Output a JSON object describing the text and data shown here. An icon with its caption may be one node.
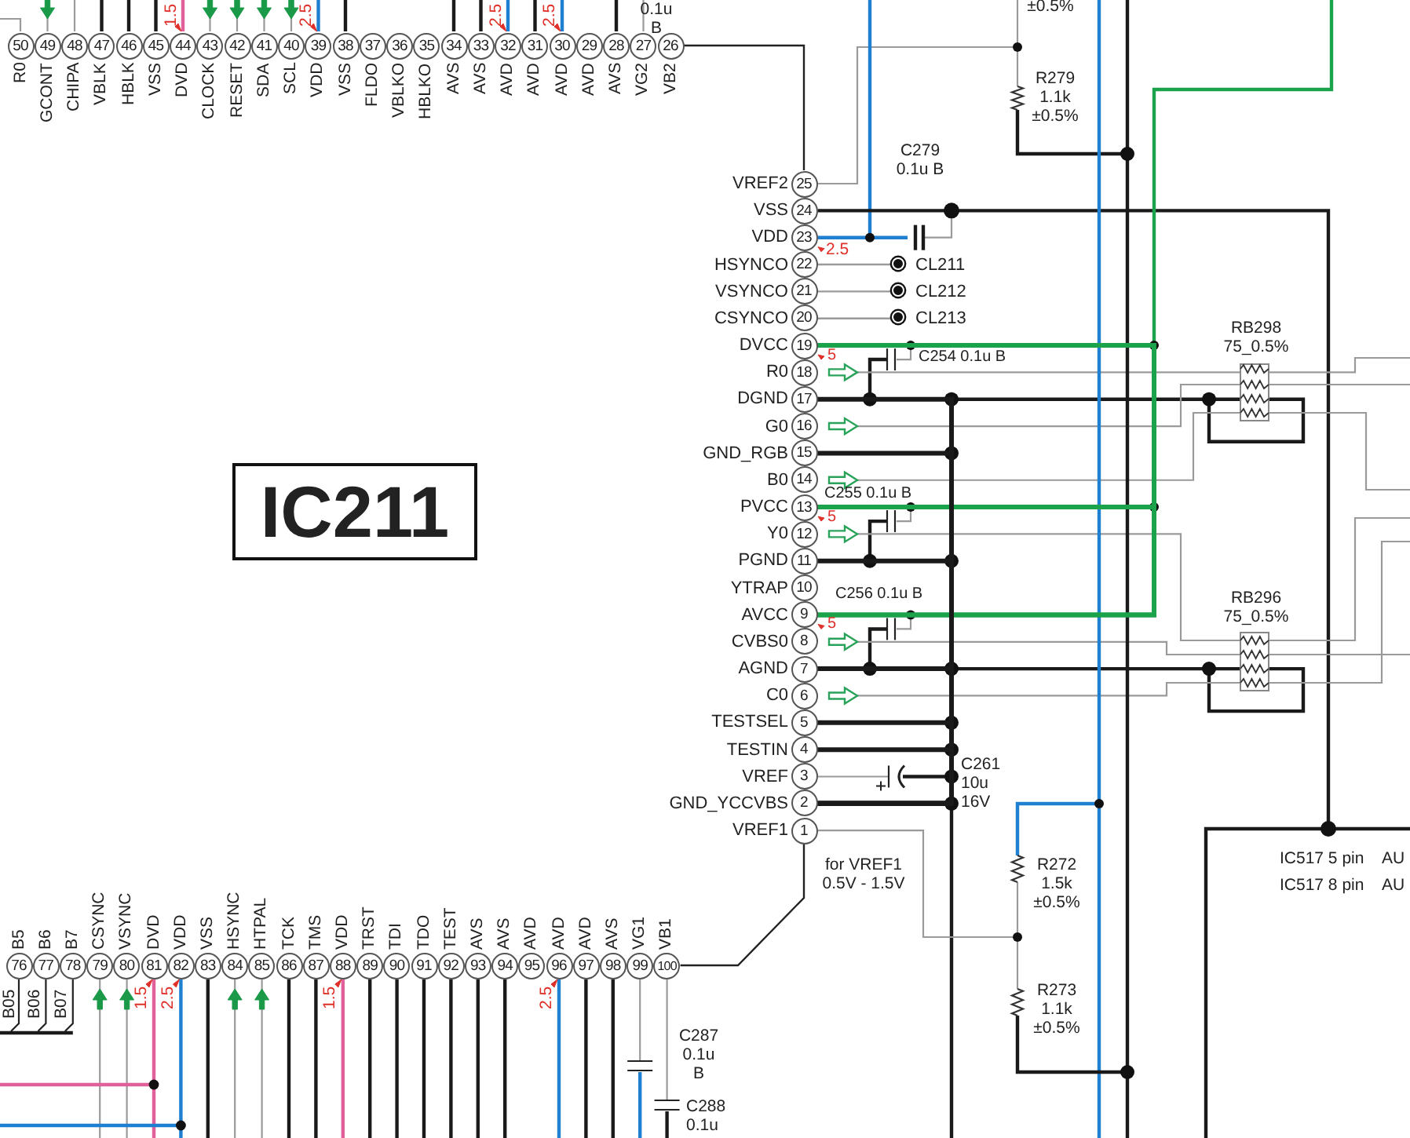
{
  "diagram": {
    "nodes": [
      {
        "text": [
          "IC211"
        ]
      },
      {
        "text": [
          "50"
        ],
        "beside": [
          "R0"
        ]
      },
      {
        "text": [
          "49"
        ],
        "beside": [
          "GCONT"
        ]
      },
      {
        "text": [
          "48"
        ],
        "beside": [
          "CHIPA"
        ]
      },
      {
        "text": [
          "47"
        ],
        "beside": [
          "VBLK"
        ]
      },
      {
        "text": [
          "46"
        ],
        "beside": [
          "HBLK"
        ]
      },
      {
        "text": [
          "45"
        ],
        "beside": [
          "VSS"
        ]
      },
      {
        "text": [
          "44"
        ],
        "beside": [
          "DVD"
        ]
      },
      {
        "text": [
          "43"
        ],
        "beside": [
          "CLOCK"
        ]
      },
      {
        "text": [
          "42"
        ],
        "beside": [
          "RESET"
        ]
      },
      {
        "text": [
          "41"
        ],
        "beside": [
          "SDA"
        ]
      },
      {
        "text": [
          "40"
        ],
        "beside": [
          "SCL"
        ]
      },
      {
        "text": [
          "39"
        ],
        "beside": [
          "VDD"
        ]
      },
      {
        "text": [
          "38"
        ],
        "beside": [
          "VSS"
        ]
      },
      {
        "text": [
          "37"
        ],
        "beside": [
          "FLDO"
        ]
      },
      {
        "text": [
          "36"
        ],
        "beside": [
          "VBLKO"
        ]
      },
      {
        "text": [
          "35"
        ],
        "beside": [
          "HBLKO"
        ]
      },
      {
        "text": [
          "34"
        ],
        "beside": [
          "AVS"
        ]
      },
      {
        "text": [
          "33"
        ],
        "beside": [
          "AVS"
        ]
      },
      {
        "text": [
          "32"
        ],
        "beside": [
          "AVD"
        ]
      },
      {
        "text": [
          "31"
        ],
        "beside": [
          "AVD"
        ]
      },
      {
        "text": [
          "30"
        ],
        "beside": [
          "AVD"
        ]
      },
      {
        "text": [
          "29"
        ],
        "beside": [
          "AVD"
        ]
      },
      {
        "text": [
          "28"
        ],
        "beside": [
          "AVS"
        ]
      },
      {
        "text": [
          "27"
        ],
        "beside": [
          "VG2"
        ]
      },
      {
        "text": [
          "26"
        ],
        "beside": [
          "VB2"
        ]
      },
      {
        "text": [
          "25"
        ],
        "beside": [
          "VREF2"
        ]
      },
      {
        "text": [
          "24"
        ],
        "beside": [
          "VSS"
        ]
      },
      {
        "text": [
          "23"
        ],
        "beside": [
          "VDD"
        ]
      },
      {
        "text": [
          "22"
        ],
        "beside": [
          "HSYNCO"
        ]
      },
      {
        "text": [
          "21"
        ],
        "beside": [
          "VSYNCO"
        ]
      },
      {
        "text": [
          "20"
        ],
        "beside": [
          "CSYNCO"
        ]
      },
      {
        "text": [
          "19"
        ],
        "beside": [
          "DVCC"
        ]
      },
      {
        "text": [
          "18"
        ],
        "beside": [
          "R0"
        ]
      },
      {
        "text": [
          "17"
        ],
        "beside": [
          "DGND"
        ]
      },
      {
        "text": [
          "16"
        ],
        "beside": [
          "G0"
        ]
      },
      {
        "text": [
          "15"
        ],
        "beside": [
          "GND_RGB"
        ]
      },
      {
        "text": [
          "14"
        ],
        "beside": [
          "B0"
        ]
      },
      {
        "text": [
          "13"
        ],
        "beside": [
          "PVCC"
        ]
      },
      {
        "text": [
          "12"
        ],
        "beside": [
          "Y0"
        ]
      },
      {
        "text": [
          "11"
        ],
        "beside": [
          "PGND"
        ]
      },
      {
        "text": [
          "10"
        ],
        "beside": [
          "YTRAP"
        ]
      },
      {
        "text": [
          "9"
        ],
        "beside": [
          "AVCC"
        ]
      },
      {
        "text": [
          "8"
        ],
        "beside": [
          "CVBS0"
        ]
      },
      {
        "text": [
          "7"
        ],
        "beside": [
          "AGND"
        ]
      },
      {
        "text": [
          "6"
        ],
        "beside": [
          "C0"
        ]
      },
      {
        "text": [
          "5"
        ],
        "beside": [
          "TESTSEL"
        ]
      },
      {
        "text": [
          "4"
        ],
        "beside": [
          "TESTIN"
        ]
      },
      {
        "text": [
          "3"
        ],
        "beside": [
          "VREF"
        ]
      },
      {
        "text": [
          "2"
        ],
        "beside": [
          "GND_YCCVBS"
        ]
      },
      {
        "text": [
          "1"
        ],
        "beside": [
          "VREF1"
        ]
      },
      {
        "text": [
          "76"
        ],
        "beside": [
          "B5"
        ]
      },
      {
        "text": [
          "77"
        ],
        "beside": [
          "B6"
        ]
      },
      {
        "text": [
          "78"
        ],
        "beside": [
          "B7"
        ]
      },
      {
        "text": [
          "79"
        ],
        "beside": [
          "CSYNC"
        ]
      },
      {
        "text": [
          "80"
        ],
        "beside": [
          "VSYNC"
        ]
      },
      {
        "text": [
          "81"
        ],
        "beside": [
          "DVD"
        ]
      },
      {
        "text": [
          "82"
        ],
        "beside": [
          "VDD"
        ]
      },
      {
        "text": [
          "83"
        ],
        "beside": [
          "VSS"
        ]
      },
      {
        "text": [
          "84"
        ],
        "beside": [
          "HSYNC"
        ]
      },
      {
        "text": [
          "85"
        ],
        "beside": [
          "HTPAL"
        ]
      },
      {
        "text": [
          "86"
        ],
        "beside": [
          "TCK"
        ]
      },
      {
        "text": [
          "87"
        ],
        "beside": [
          "TMS"
        ]
      },
      {
        "text": [
          "88"
        ],
        "beside": [
          "VDD"
        ]
      },
      {
        "text": [
          "89"
        ],
        "beside": [
          "TRST"
        ]
      },
      {
        "text": [
          "90"
        ],
        "beside": [
          "TDI"
        ]
      },
      {
        "text": [
          "91"
        ],
        "beside": [
          "TDO"
        ]
      },
      {
        "text": [
          "92"
        ],
        "beside": [
          "TEST"
        ]
      },
      {
        "text": [
          "93"
        ],
        "beside": [
          "AVS"
        ]
      },
      {
        "text": [
          "94"
        ],
        "beside": [
          "AVS"
        ]
      },
      {
        "text": [
          "95"
        ],
        "beside": [
          "AVD"
        ]
      },
      {
        "text": [
          "96"
        ],
        "beside": [
          "AVD"
        ]
      },
      {
        "text": [
          "97"
        ],
        "beside": [
          "AVD"
        ]
      },
      {
        "text": [
          "98"
        ],
        "beside": [
          "AVS"
        ]
      },
      {
        "text": [
          "99"
        ],
        "beside": [
          "VG1"
        ]
      },
      {
        "text": [
          "100"
        ],
        "beside": [
          "VB1"
        ]
      },
      {
        "text": [],
        "shape": "circle",
        "beside": [
          "CL211"
        ]
      },
      {
        "text": [],
        "shape": "circle",
        "beside": [
          "CL212"
        ]
      },
      {
        "text": [],
        "shape": "circle",
        "beside": [
          "CL213"
        ]
      }
    ],
    "edges": [
      {
        "from": 25,
        "to": 26,
        "arrow": "none",
        "color": "#222222"
      },
      {
        "from": 75,
        "to": 50,
        "arrow": "none",
        "color": "#222222"
      },
      {
        "from": 29,
        "to": 76,
        "arrow": "none",
        "color": "#9a9a9a"
      },
      {
        "from": 30,
        "to": 77,
        "arrow": "none",
        "color": "#9a9a9a"
      },
      {
        "from": 31,
        "to": 78,
        "arrow": "none",
        "color": "#9a9a9a"
      },
      {
        "from": 32,
        "to": 42,
        "arrow": "none",
        "color": "#1aa34a"
      },
      {
        "from": 38,
        "to": 42,
        "arrow": "none",
        "color": "#1aa34a"
      },
      {
        "from": 34,
        "to": 49,
        "arrow": "none"
      },
      {
        "from": 36,
        "to": 49,
        "arrow": "none"
      },
      {
        "from": 40,
        "to": 49,
        "arrow": "none"
      },
      {
        "from": 44,
        "to": 49,
        "arrow": "none"
      },
      {
        "from": 46,
        "to": 49,
        "arrow": "none"
      },
      {
        "from": 47,
        "to": 49,
        "arrow": "none"
      }
    ],
    "labels": [
      "0.1u B",
      "±0.5%",
      "1.5",
      "2.5",
      "2.5",
      "2.5",
      "R279 1.1k ±0.5%",
      "C279 0.1u B",
      "2.5",
      "RB298 75_0.5%",
      "5",
      "C254 0.1u B",
      "C255 0.1u B",
      "5",
      "C256 0.1u B",
      "RB296 75_0.5%",
      "5",
      "C261 10u 16V",
      "IC517 5 pin",
      "AU",
      "IC517 8 pin",
      "AU",
      "for VREF1 0.5V - 1.5V",
      "R272 1.5k ±0.5%",
      "R273 1.1k ±0.5%",
      "B05",
      "B06",
      "B07",
      "1.5",
      "2.5",
      "1.5",
      "2.5",
      "C287 0.1u B",
      "C288 0.1u"
    ]
  }
}
